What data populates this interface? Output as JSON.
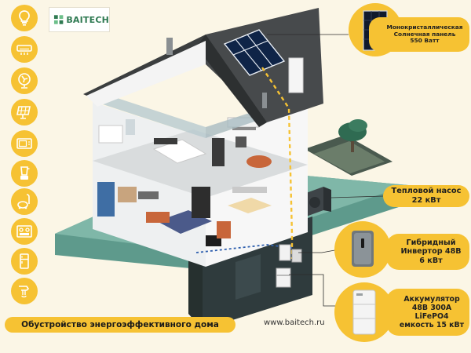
{
  "brand": {
    "name": "BAITECH",
    "color": "#2f7a52"
  },
  "colors": {
    "accent_yellow": "#f6c233",
    "background": "#fbf6e6",
    "roof": "#3b3e3f",
    "ground": "#5e9a8c",
    "solar_line": "#f6c233"
  },
  "appliance_icons": [
    "light-bulb-icon",
    "air-conditioner-icon",
    "fan-icon",
    "solar-panel-icon",
    "microwave-icon",
    "blender-icon",
    "vacuum-cleaner-icon",
    "stove-icon",
    "refrigerator-icon",
    "mixer-icon"
  ],
  "labels": {
    "solar_panel": [
      "Монокристаллическая",
      "Солнечная панель",
      "550 Ватт"
    ],
    "heat_pump": [
      "Тепловой насос",
      "22 кВт"
    ],
    "inverter": [
      "Гибридный",
      "Инвертор 48В",
      "6 кВт"
    ],
    "battery": [
      "Аккумулятор",
      "48В 300А",
      "LiFePO4",
      "емкость 15 кВт"
    ]
  },
  "footer": {
    "title": "Обустройство энергоэффективного дома",
    "url": "www.baitech.ru"
  }
}
